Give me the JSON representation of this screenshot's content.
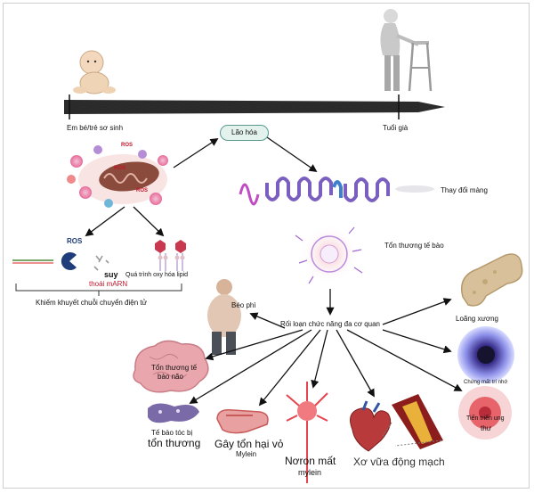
{
  "diagram": {
    "timeline": {
      "start_label": "Em bé/trẻ sơ sinh",
      "end_label": "Tuổi già"
    },
    "center_label": "Lão hóa",
    "ros_badge": "ROS",
    "membrane_label": "Thay đổi màng",
    "cell_damage_label": "Tổn thương tế bào",
    "ros_path": {
      "ros_label": "ROS",
      "mrna_line1": "suy",
      "mrna_line2": "thoái mARN",
      "lipid_label": "Quá trình oxy hóa lipid",
      "bracket_label": "Khiếm khuyết chuỗi chuyển điện tử"
    },
    "hub_label": "Rối loạn chức năng đa cơ quan",
    "outcomes": {
      "obesity": "Béo phì",
      "brain_line1": "Tổn thương tế",
      "brain_line2": "bào não",
      "hair_line1": "Tế bào tóc bị",
      "hair_line2": "tổn thương",
      "myelin_line1": "Gây tổn hại vỏ",
      "myelin_line2": "Mylein",
      "neuron_line1": "Nơron mất",
      "neuron_line2": "mylein",
      "atherosclerosis": "Xơ vữa động mạch",
      "cancer_line1": "Tiến triển ung",
      "cancer_line2": "thư",
      "dementia": "Chứng mất trí nhớ",
      "osteoporosis": "Loãng xương"
    },
    "colors": {
      "pill_border": "#5a9a8f",
      "pill_fill": "#e4f2ee",
      "timeline": "#2b2b2b",
      "membrane": "#7a5fc0",
      "brain": "#e9a6ad",
      "bone": "#d8c09a",
      "eye": "#6b6fd2",
      "neuron": "#e5454f",
      "mitochondria": "#8a4a3c"
    }
  }
}
